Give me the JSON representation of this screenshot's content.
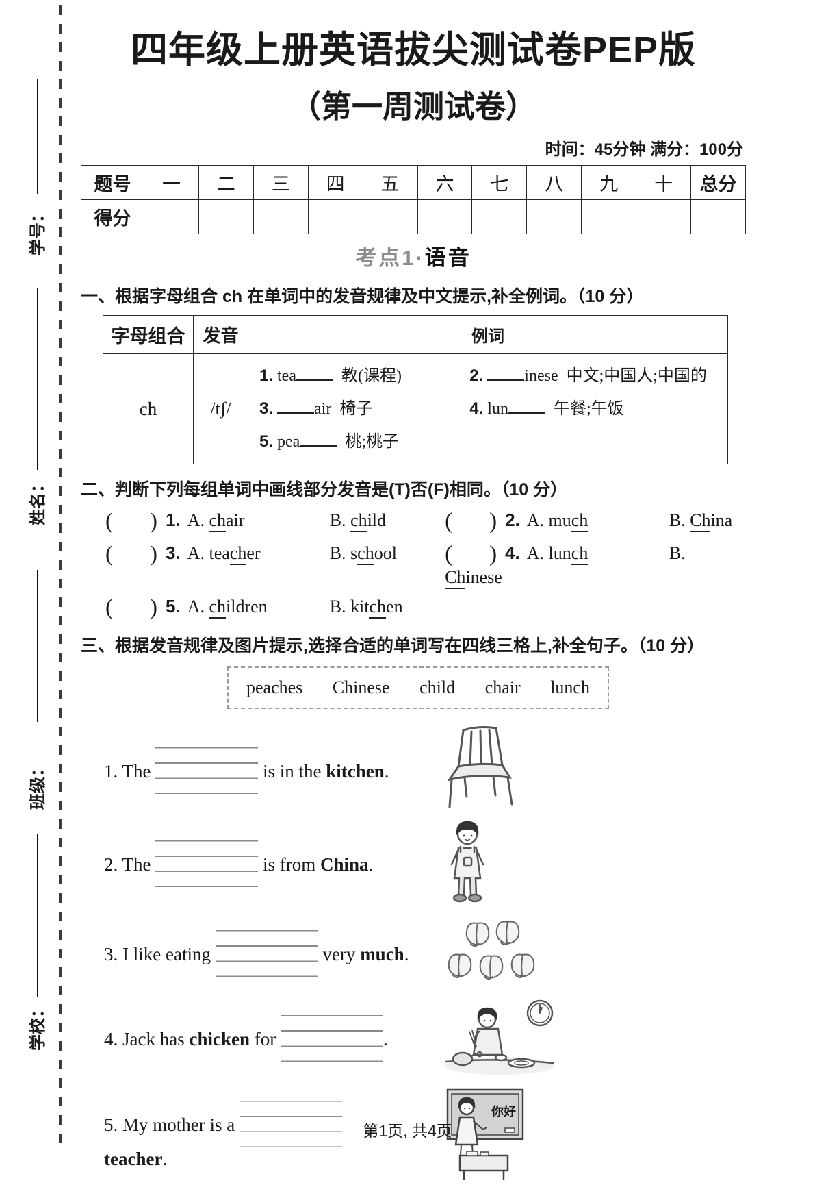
{
  "page": {
    "title": "四年级上册英语拔尖测试卷PEP版",
    "subtitle": "（第一周测试卷）",
    "meta": "时间：45分钟 满分：100分",
    "footer": "第1页, 共4页"
  },
  "margin_labels": [
    "学号：",
    "姓名：",
    "班级：",
    "学校："
  ],
  "score_table": {
    "header_row": [
      "题号",
      "一",
      "二",
      "三",
      "四",
      "五",
      "六",
      "七",
      "八",
      "九",
      "十",
      "总分"
    ],
    "score_label": "得分"
  },
  "section": {
    "prefix": "考点1·",
    "title": "语音"
  },
  "q1": {
    "heading": "一、根据字母组合 ch 在单词中的发音规律及中文提示,补全例词。（10 分）",
    "col_headers": [
      "字母组合",
      "发音",
      "例词"
    ],
    "letters": "ch",
    "phonetic": "/tʃ/",
    "examples": [
      {
        "num": "1.",
        "pre": "tea",
        "post": "",
        "hint": "教(课程)"
      },
      {
        "num": "2.",
        "pre": "",
        "post": "inese",
        "hint": "中文;中国人;中国的"
      },
      {
        "num": "3.",
        "pre": "",
        "post": "air",
        "hint": "椅子"
      },
      {
        "num": "4.",
        "pre": "lun",
        "post": "",
        "hint": "午餐;午饭"
      },
      {
        "num": "5.",
        "pre": "pea",
        "post": "",
        "hint": "桃;桃子"
      }
    ]
  },
  "q2": {
    "heading": "二、判断下列每组单词中画线部分发音是(T)否(F)相同。（10 分）",
    "bracket_open": "(",
    "bracket_close": ")",
    "items": [
      {
        "num": "1.",
        "a": {
          "pre": "",
          "u": "ch",
          "post": "air"
        },
        "b": {
          "pre": "",
          "u": "ch",
          "post": "ild"
        }
      },
      {
        "num": "2.",
        "a": {
          "pre": "mu",
          "u": "ch",
          "post": ""
        },
        "b": {
          "pre": "",
          "u": "Ch",
          "post": "ina"
        }
      },
      {
        "num": "3.",
        "a": {
          "pre": "tea",
          "u": "ch",
          "post": "er"
        },
        "b": {
          "pre": "s",
          "u": "ch",
          "post": "ool"
        }
      },
      {
        "num": "4.",
        "a": {
          "pre": "lun",
          "u": "ch",
          "post": ""
        },
        "b": {
          "pre": "",
          "u": "Ch",
          "post": "inese"
        }
      },
      {
        "num": "5.",
        "a": {
          "pre": "",
          "u": "ch",
          "post": "ildren"
        },
        "b": {
          "pre": "kit",
          "u": "ch",
          "post": "en"
        }
      }
    ]
  },
  "q3": {
    "heading": "三、根据发音规律及图片提示,选择合适的单词写在四线三格上,补全句子。（10 分）",
    "word_bank": [
      "peaches",
      "Chinese",
      "child",
      "chair",
      "lunch"
    ],
    "blackboard_text": "你好",
    "sentences": [
      {
        "image": "chair",
        "segments": [
          {
            "t": "n",
            "v": "1. The "
          },
          {
            "t": "blank"
          },
          {
            "t": "n",
            "v": " is in the "
          },
          {
            "t": "b",
            "v": "kitchen"
          },
          {
            "t": "n",
            "v": "."
          }
        ]
      },
      {
        "image": "boy",
        "segments": [
          {
            "t": "n",
            "v": "2. The "
          },
          {
            "t": "blank"
          },
          {
            "t": "n",
            "v": " is from "
          },
          {
            "t": "b",
            "v": "China"
          },
          {
            "t": "n",
            "v": "."
          }
        ]
      },
      {
        "image": "peaches",
        "segments": [
          {
            "t": "n",
            "v": "3. I like eating "
          },
          {
            "t": "blank"
          },
          {
            "t": "n",
            "v": " very "
          },
          {
            "t": "b",
            "v": "much"
          },
          {
            "t": "n",
            "v": "."
          }
        ]
      },
      {
        "image": "boy-eating",
        "segments": [
          {
            "t": "n",
            "v": "4. Jack has "
          },
          {
            "t": "b",
            "v": "chicken"
          },
          {
            "t": "n",
            "v": " for "
          },
          {
            "t": "blank"
          },
          {
            "t": "n",
            "v": "."
          }
        ]
      },
      {
        "image": "teacher",
        "segments": [
          {
            "t": "n",
            "v": "5. My mother is a "
          },
          {
            "t": "blank"
          },
          {
            "t": "n",
            "v": " "
          },
          {
            "t": "b",
            "v": "teacher"
          },
          {
            "t": "n",
            "v": "."
          }
        ]
      }
    ]
  }
}
